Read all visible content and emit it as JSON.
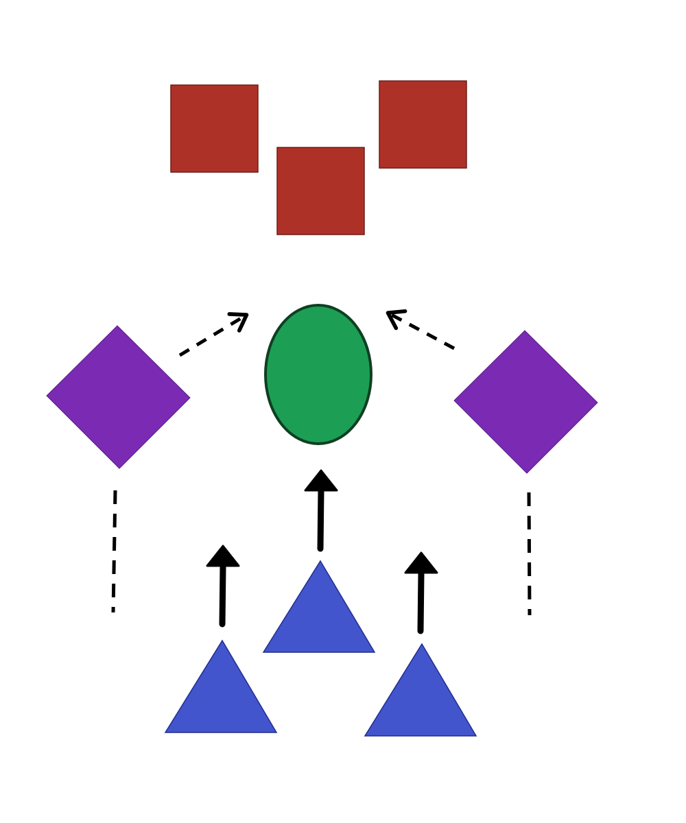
{
  "diagram": {
    "background": "#ffffff",
    "colors": {
      "square_fill": "#ae3127",
      "square_stroke": "#6e1d16",
      "circle_fill": "#1c9f55",
      "circle_stroke": "#0f3f22",
      "diamond_fill": "#7a2ab3",
      "triangle_fill": "#4355cc",
      "triangle_stroke": "#1f2d8f",
      "arrow_color": "#000000"
    },
    "shapes": {
      "squares": 3,
      "circles": 1,
      "diamonds": 2,
      "triangles": 3
    },
    "connectors": {
      "solid_arrows": 3,
      "dashed_arrows": 2,
      "dashed_lines": 2
    }
  }
}
